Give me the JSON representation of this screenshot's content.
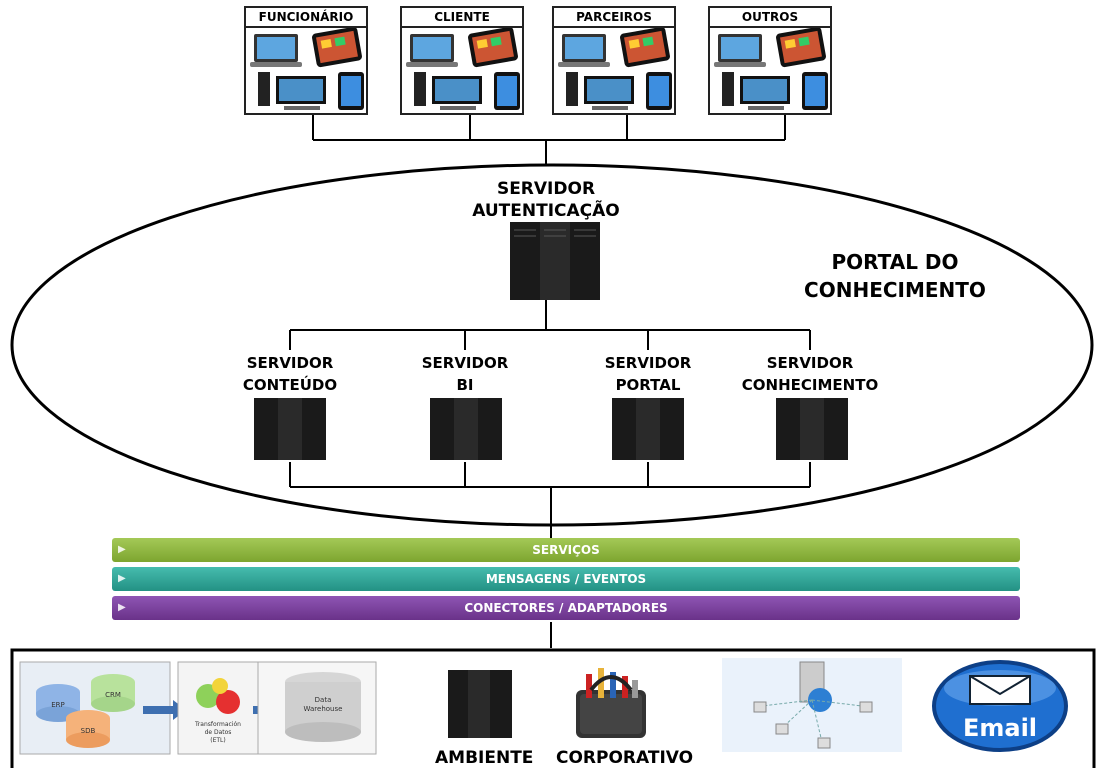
{
  "devices": [
    {
      "label": "FUNCIONÁRIO"
    },
    {
      "label": "CLIENTE"
    },
    {
      "label": "PARCEIROS"
    },
    {
      "label": "OUTROS"
    }
  ],
  "portal": {
    "title_line1": "PORTAL DO",
    "title_line2": "CONHECIMENTO",
    "auth_server": {
      "line1": "SERVIDOR",
      "line2": "AUTENTICAÇÃO"
    },
    "servers": [
      {
        "line1": "SERVIDOR",
        "line2": "CONTEÚDO"
      },
      {
        "line1": "SERVIDOR",
        "line2": "BI"
      },
      {
        "line1": "SERVIDOR",
        "line2": "PORTAL"
      },
      {
        "line1": "SERVIDOR",
        "line2": "CONHECIMENTO"
      }
    ]
  },
  "layers": {
    "services": "SERVIÇOS",
    "messages": "MENSAGENS  / EVENTOS",
    "connectors": "CONECTORES / ADAPTADORES"
  },
  "corporate": {
    "label1": "AMBIENTE",
    "label2": "CORPORATIVO",
    "etl": {
      "erp": "ERP",
      "crm": "CRM",
      "sdb": "SDB",
      "etl_line1": "Transformación",
      "etl_line2": "de Datos",
      "etl_line3": "(ETL)",
      "dw_line1": "Data",
      "dw_line2": "Warehouse"
    },
    "email_label": "Email"
  },
  "colors": {
    "services": "#8cb23b",
    "messages": "#2fa79a",
    "connectors": "#7a3f9d",
    "email_blue": "#1f6fd0"
  },
  "icons": [
    "laptop-icon",
    "tablet-icon",
    "desktop-icon",
    "ipad-icon",
    "server-rack-icon",
    "toolbox-icon",
    "network-database-icon",
    "email-icon",
    "database-icon",
    "gears-icon"
  ]
}
